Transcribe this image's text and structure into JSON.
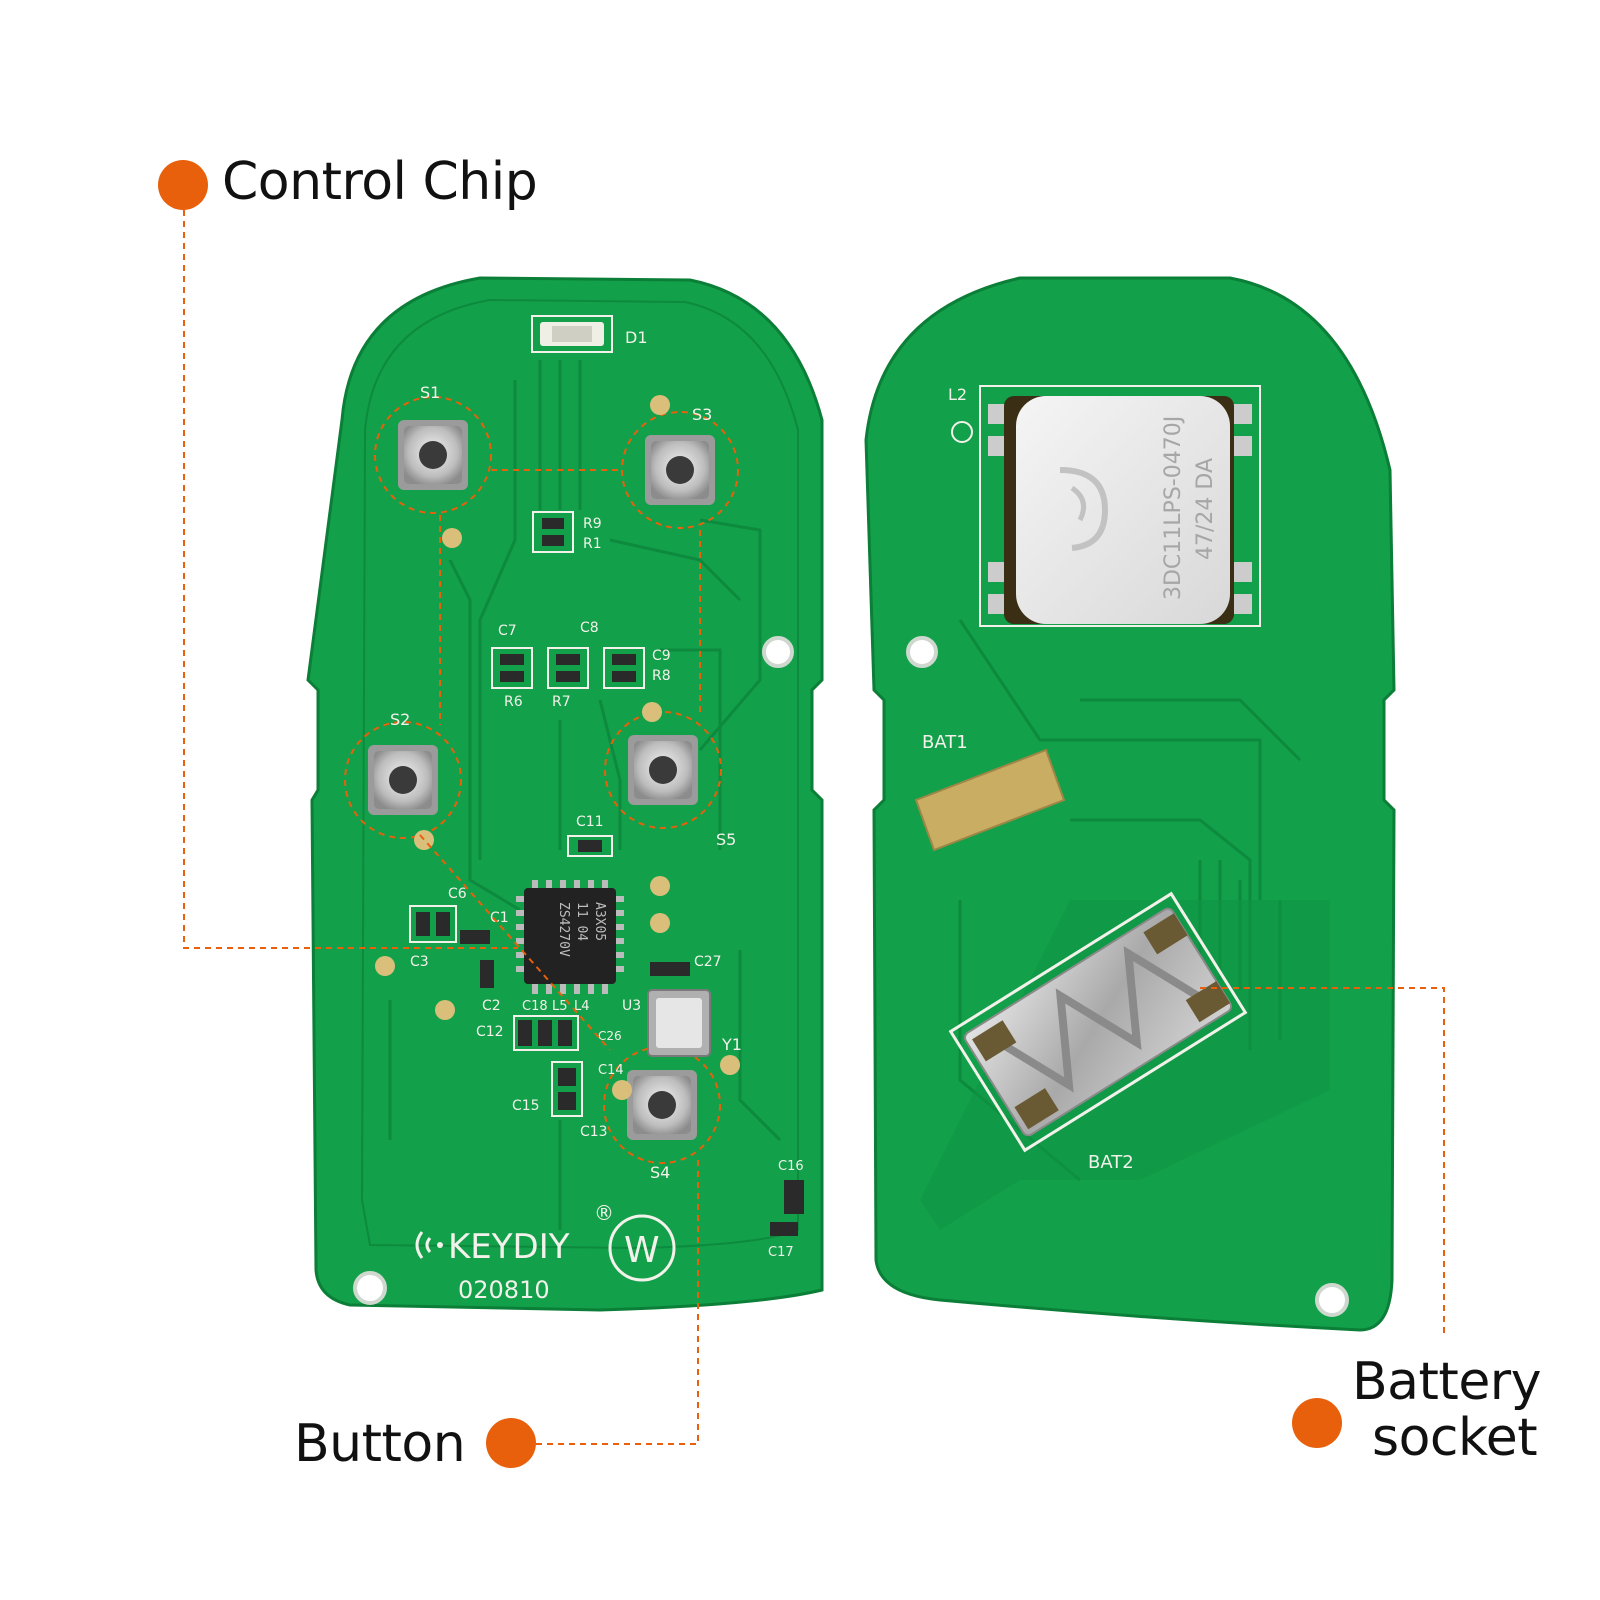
{
  "callouts": {
    "control_chip": "Control Chip",
    "button": "Button",
    "battery_line1": "Battery",
    "battery_line2": "socket"
  },
  "board_front": {
    "brand": "KEYDIY",
    "board_code": "020810",
    "version_mark": "W",
    "chip_text": [
      "A3X05",
      "11 04",
      "ZS4270V"
    ],
    "designators": {
      "d1": "D1",
      "s1": "S1",
      "s2": "S2",
      "s3": "S3",
      "s4": "S4",
      "s5": "S5",
      "r9": "R9",
      "r1": "R1",
      "r6": "R6",
      "r7": "R7",
      "r8": "R8",
      "c7": "C7",
      "c8": "C8",
      "c9": "C9",
      "c11": "C11",
      "c6": "C6",
      "c1": "C1",
      "c3": "C3",
      "c2": "C2",
      "c12": "C12",
      "c15": "C15",
      "c13": "C13",
      "c14": "C14",
      "c16": "C16",
      "c17": "C17",
      "c27": "C27",
      "u3": "U3",
      "y1": "Y1",
      "c18": "C18",
      "l5": "L5",
      "l4": "L4",
      "c26": "C26"
    }
  },
  "board_back": {
    "designators": {
      "l2": "L2",
      "bat1": "BAT1",
      "bat2": "BAT2"
    },
    "coil_text": [
      "3DC11LPS-0470J",
      "47/24 DA"
    ]
  },
  "colors": {
    "pcb": "#12a04a",
    "pcb_dark": "#0d8a3e",
    "callout": "#e8600c",
    "silkscreen": "#f2f2ea"
  }
}
